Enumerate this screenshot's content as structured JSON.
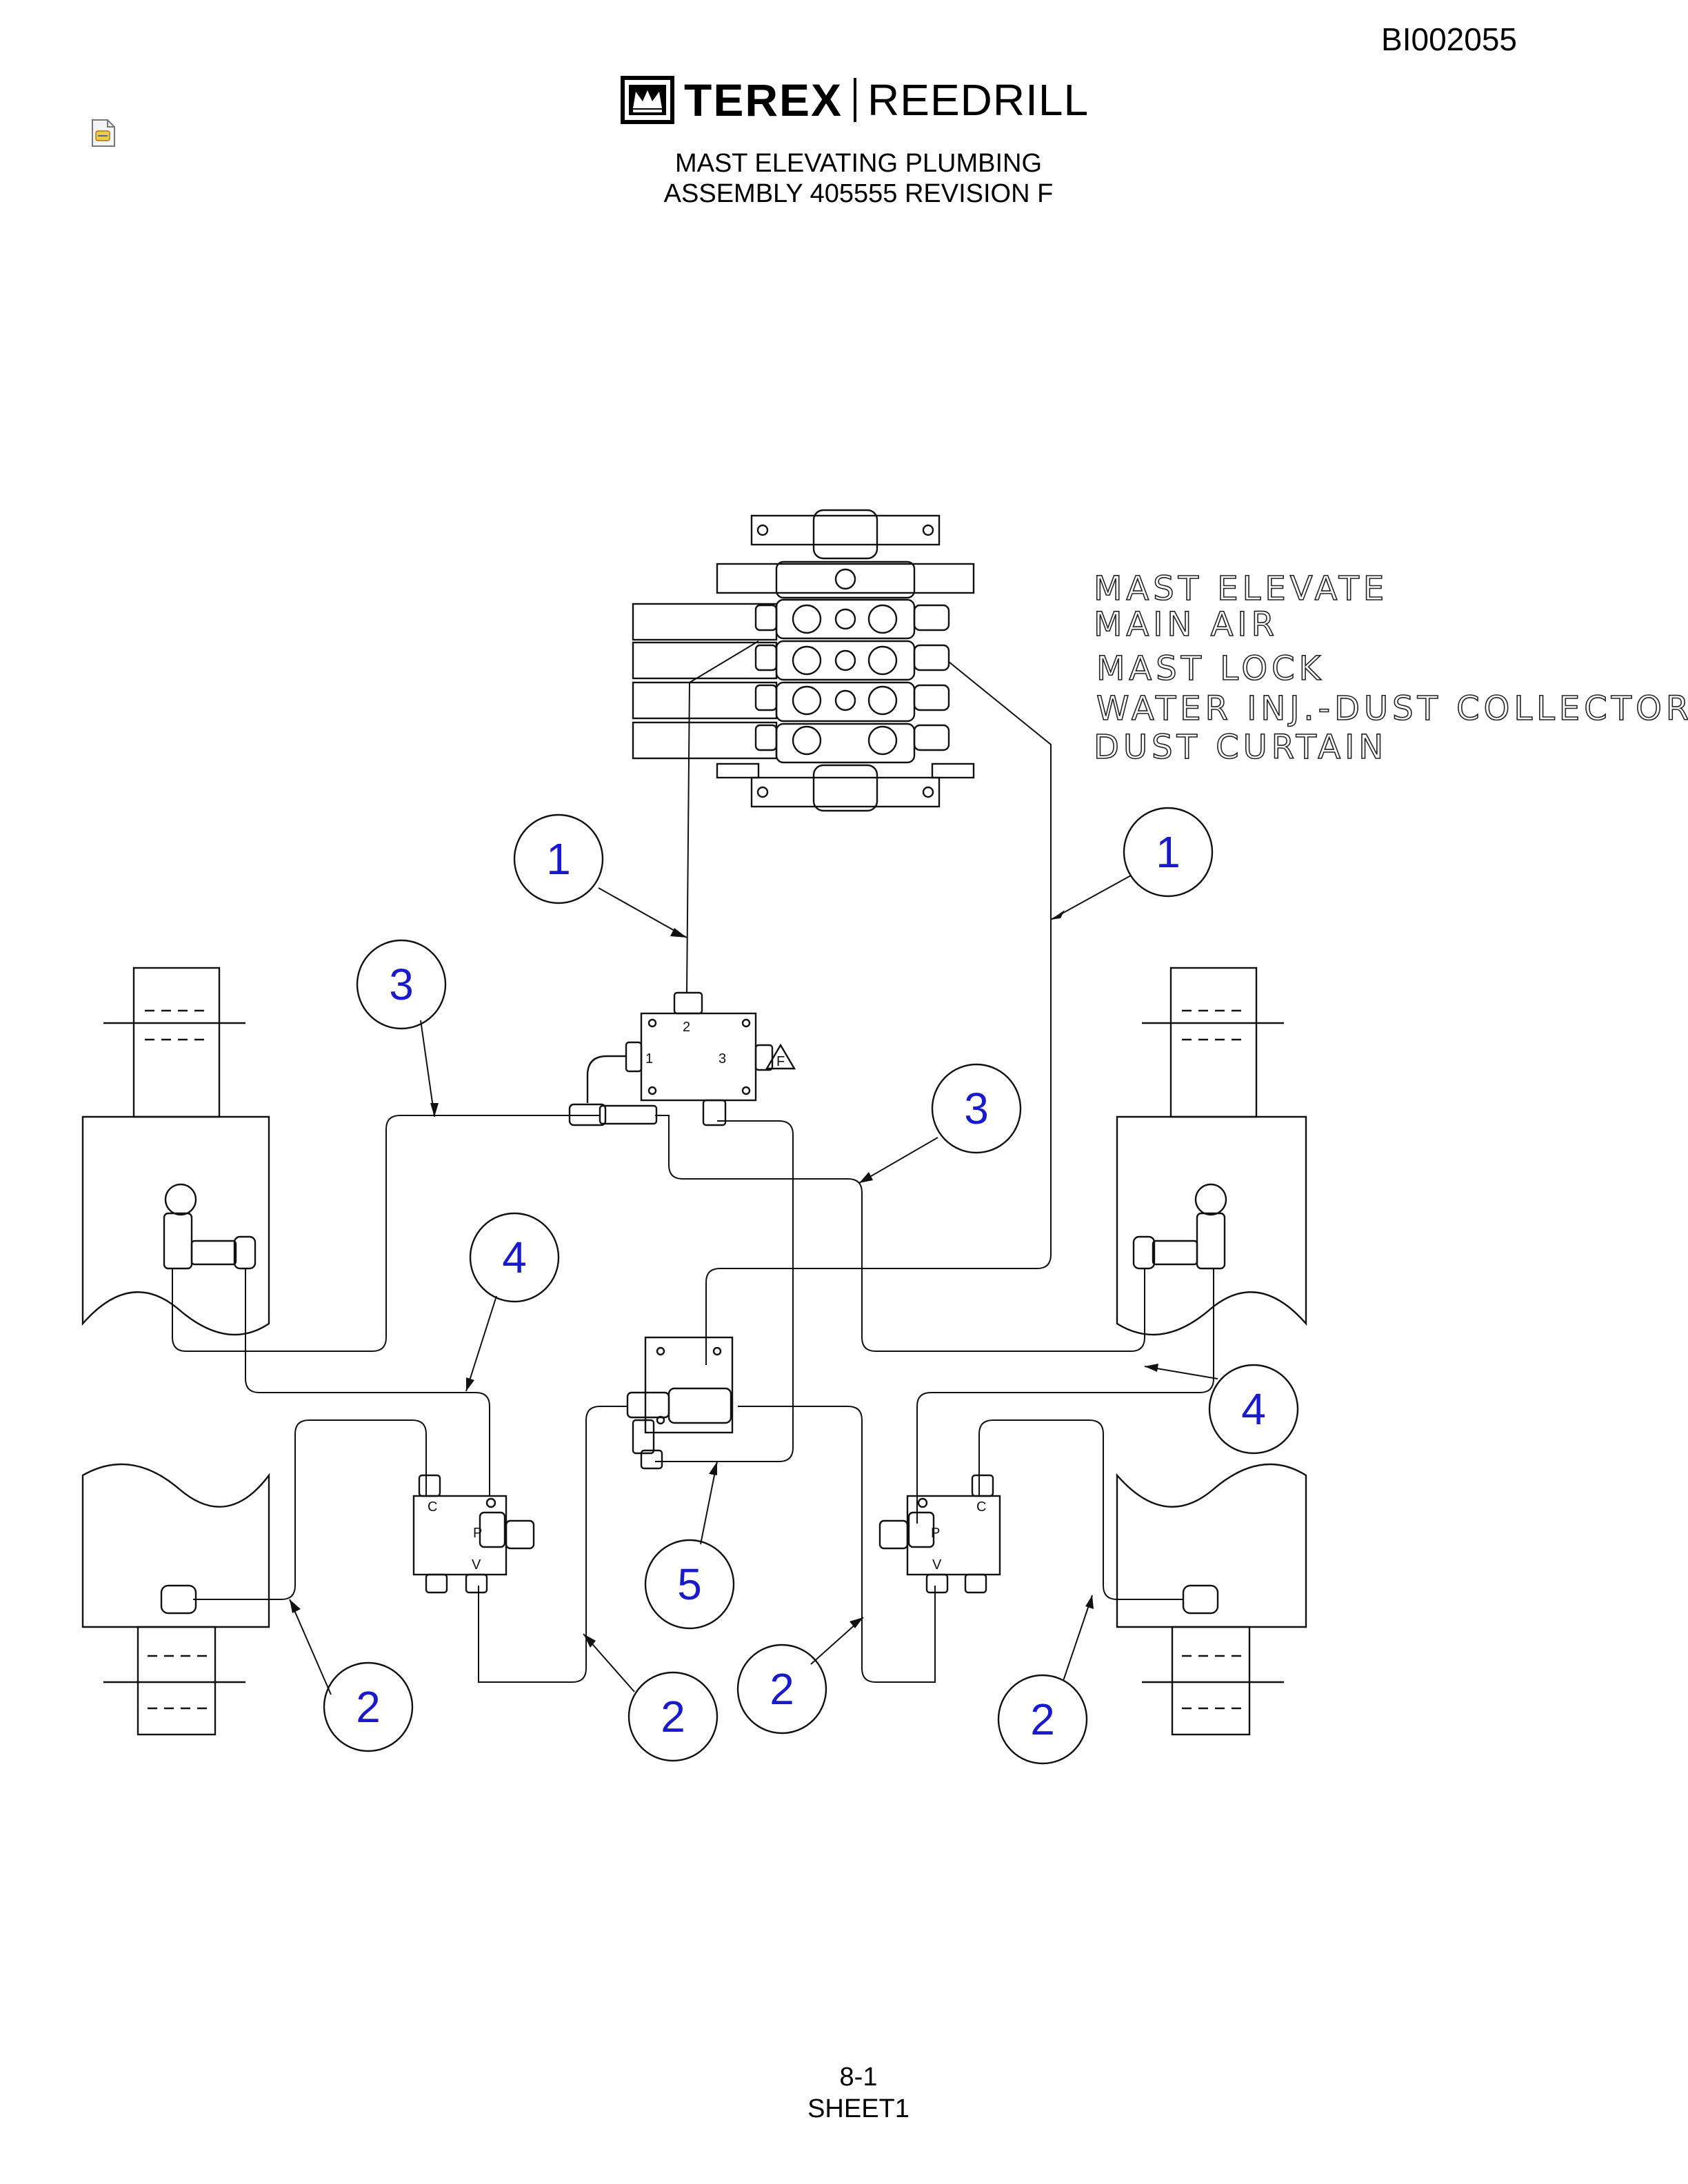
{
  "document_id": "BI002055",
  "logo": {
    "brand": "TEREX",
    "sub": "REEDRILL"
  },
  "title": {
    "line1": "MAST ELEVATING PLUMBING",
    "line2": "ASSEMBLY 405555 REVISION F"
  },
  "valve_labels": [
    "MAST ELEVATE",
    "MAIN AIR",
    "MAST LOCK",
    "WATER INJ.-DUST COLLECTOR",
    "DUST CURTAIN"
  ],
  "callouts": {
    "c1a": "1",
    "c1b": "1",
    "c3a": "3",
    "c3b": "3",
    "c4a": "4",
    "c4b": "4",
    "c5": "5",
    "c2a": "2",
    "c2b": "2",
    "c2c": "2",
    "c2d": "2"
  },
  "ports": {
    "tv_top": "2",
    "tv_left": "1",
    "tv_right": "3",
    "tv_warn": "F",
    "lv_c": "C",
    "lv_p": "P",
    "lv_v": "V",
    "rv_c": "C",
    "rv_p": "P",
    "rv_v": "V"
  },
  "footer": {
    "page": "8-1",
    "sheet": "SHEET1"
  }
}
